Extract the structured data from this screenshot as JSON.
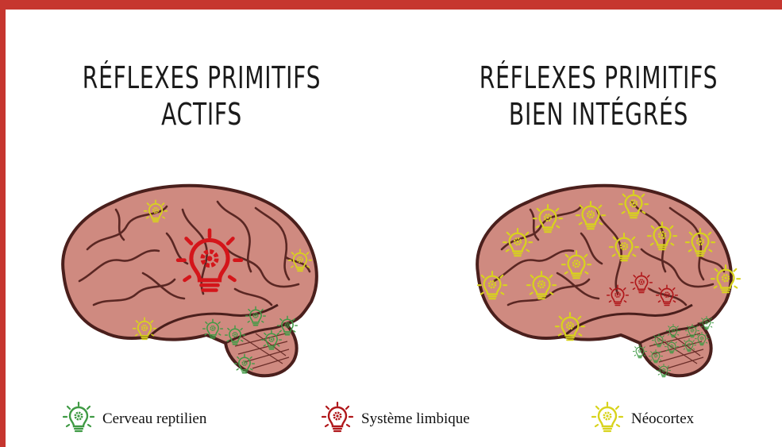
{
  "titles": {
    "left": {
      "line1": "RÉFLEXES PRIMITIFS",
      "line2": "ACTIFS"
    },
    "right": {
      "line1": "RÉFLEXES PRIMITIFS",
      "line2": "BIEN INTÉGRÉS"
    }
  },
  "legend": [
    {
      "label": "Cerveau reptilien",
      "icon": "lightbulb-gear-icon",
      "color": "#3f9a44"
    },
    {
      "label": "Système limbique",
      "icon": "lightbulb-gear-icon",
      "color": "#b0171a"
    },
    {
      "label": "Néocortex",
      "icon": "lightbulb-gear-icon",
      "color": "#d8d31c"
    }
  ],
  "colors": {
    "border": "#c6362f",
    "brain_fill": "#cf8a80",
    "brain_outline": "#4a1f1c",
    "reptilian": "#3f9a44",
    "limbic": "#d4151a",
    "neocortex": "#d8d31c"
  }
}
